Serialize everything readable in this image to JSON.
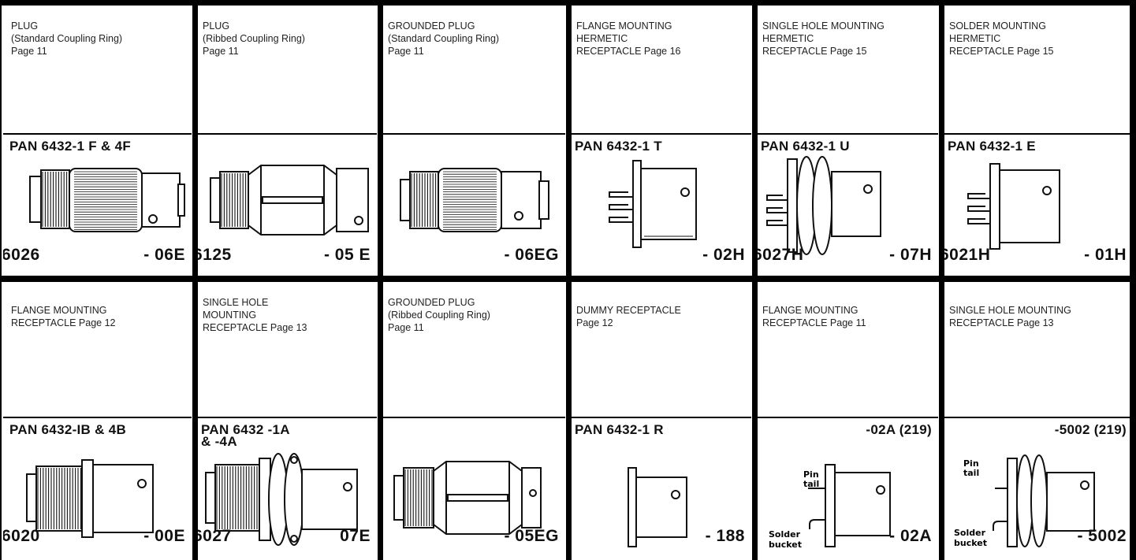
{
  "rows": [
    {
      "cells": [
        {
          "desc": [
            "PLUG",
            "(Standard Coupling Ring)",
            "Page 11"
          ],
          "pan": [
            "PAN 6432-1 F & 4F"
          ],
          "code_left": "6026",
          "code_right": "- 06E",
          "icon": "plug-standard-ring-icon"
        },
        {
          "desc": [
            "PLUG",
            "(Ribbed Coupling Ring)",
            "Page 11"
          ],
          "pan": [],
          "code_left": "6125",
          "code_right": "- 05 E",
          "icon": "plug-ribbed-ring-icon"
        },
        {
          "desc": [
            "GROUNDED PLUG",
            "(Standard Coupling Ring)",
            "Page 11"
          ],
          "pan": [],
          "code_left": "",
          "code_right": "- 06EG",
          "icon": "grounded-plug-standard-icon"
        },
        {
          "desc": [
            "FLANGE MOUNTING",
            "HERMETIC",
            "RECEPTACLE Page 16"
          ],
          "pan": [
            "PAN 6432-1 T"
          ],
          "code_left": "",
          "code_right": "- 02H",
          "icon": "flange-hermetic-receptacle-icon"
        },
        {
          "desc": [
            "SINGLE HOLE MOUNTING",
            "HERMETIC",
            "RECEPTACLE Page 15"
          ],
          "pan": [
            "PAN 6432-1 U"
          ],
          "code_left": "6027H",
          "code_right": "- 07H",
          "icon": "single-hole-hermetic-receptacle-icon"
        },
        {
          "desc": [
            "SOLDER MOUNTING",
            "HERMETIC",
            "RECEPTACLE Page 15"
          ],
          "pan": [
            "PAN 6432-1 E"
          ],
          "code_left": "6021H",
          "code_right": "- 01H",
          "icon": "solder-hermetic-receptacle-icon"
        }
      ]
    },
    {
      "cells": [
        {
          "desc": [
            "FLANGE MOUNTING",
            "RECEPTACLE Page 12"
          ],
          "pan": [
            "PAN 6432-IB & 4B"
          ],
          "code_left": "6020",
          "code_right": "- 00E",
          "icon": "flange-receptacle-icon"
        },
        {
          "desc": [
            "SINGLE HOLE",
            "MOUNTING",
            "RECEPTACLE Page 13"
          ],
          "pan": [
            "PAN 6432 -1A",
            "& -4A"
          ],
          "code_left": "6027",
          "code_right": "07E",
          "icon": "single-hole-receptacle-icon"
        },
        {
          "desc": [
            "GROUNDED PLUG",
            "(Ribbed Coupling Ring)",
            "Page 11"
          ],
          "pan": [],
          "code_left": "",
          "code_right": "- 05EG",
          "icon": "grounded-plug-ribbed-icon"
        },
        {
          "desc": [
            "DUMMY RECEPTACLE",
            "Page 12"
          ],
          "pan": [
            "PAN 6432-1 R"
          ],
          "code_left": "",
          "code_right": "- 188",
          "icon": "dummy-receptacle-icon"
        },
        {
          "desc": [
            "FLANGE MOUNTING",
            "RECEPTACLE Page 11"
          ],
          "pan": [
            "-02A (219)"
          ],
          "code_left": "",
          "code_right": "- 02A",
          "icon": "flange-receptacle-pin-icon",
          "labels": [
            "Pin",
            "tail",
            "Solder",
            "bucket"
          ]
        },
        {
          "desc": [
            "SINGLE HOLE MOUNTING",
            "RECEPTACLE Page 13"
          ],
          "pan": [
            "-5002 (219)"
          ],
          "code_left": "",
          "code_right": "- 5002",
          "icon": "single-hole-receptacle-pin-icon",
          "labels": [
            "Pin",
            "tail",
            "Solder",
            "bucket"
          ]
        }
      ]
    }
  ]
}
